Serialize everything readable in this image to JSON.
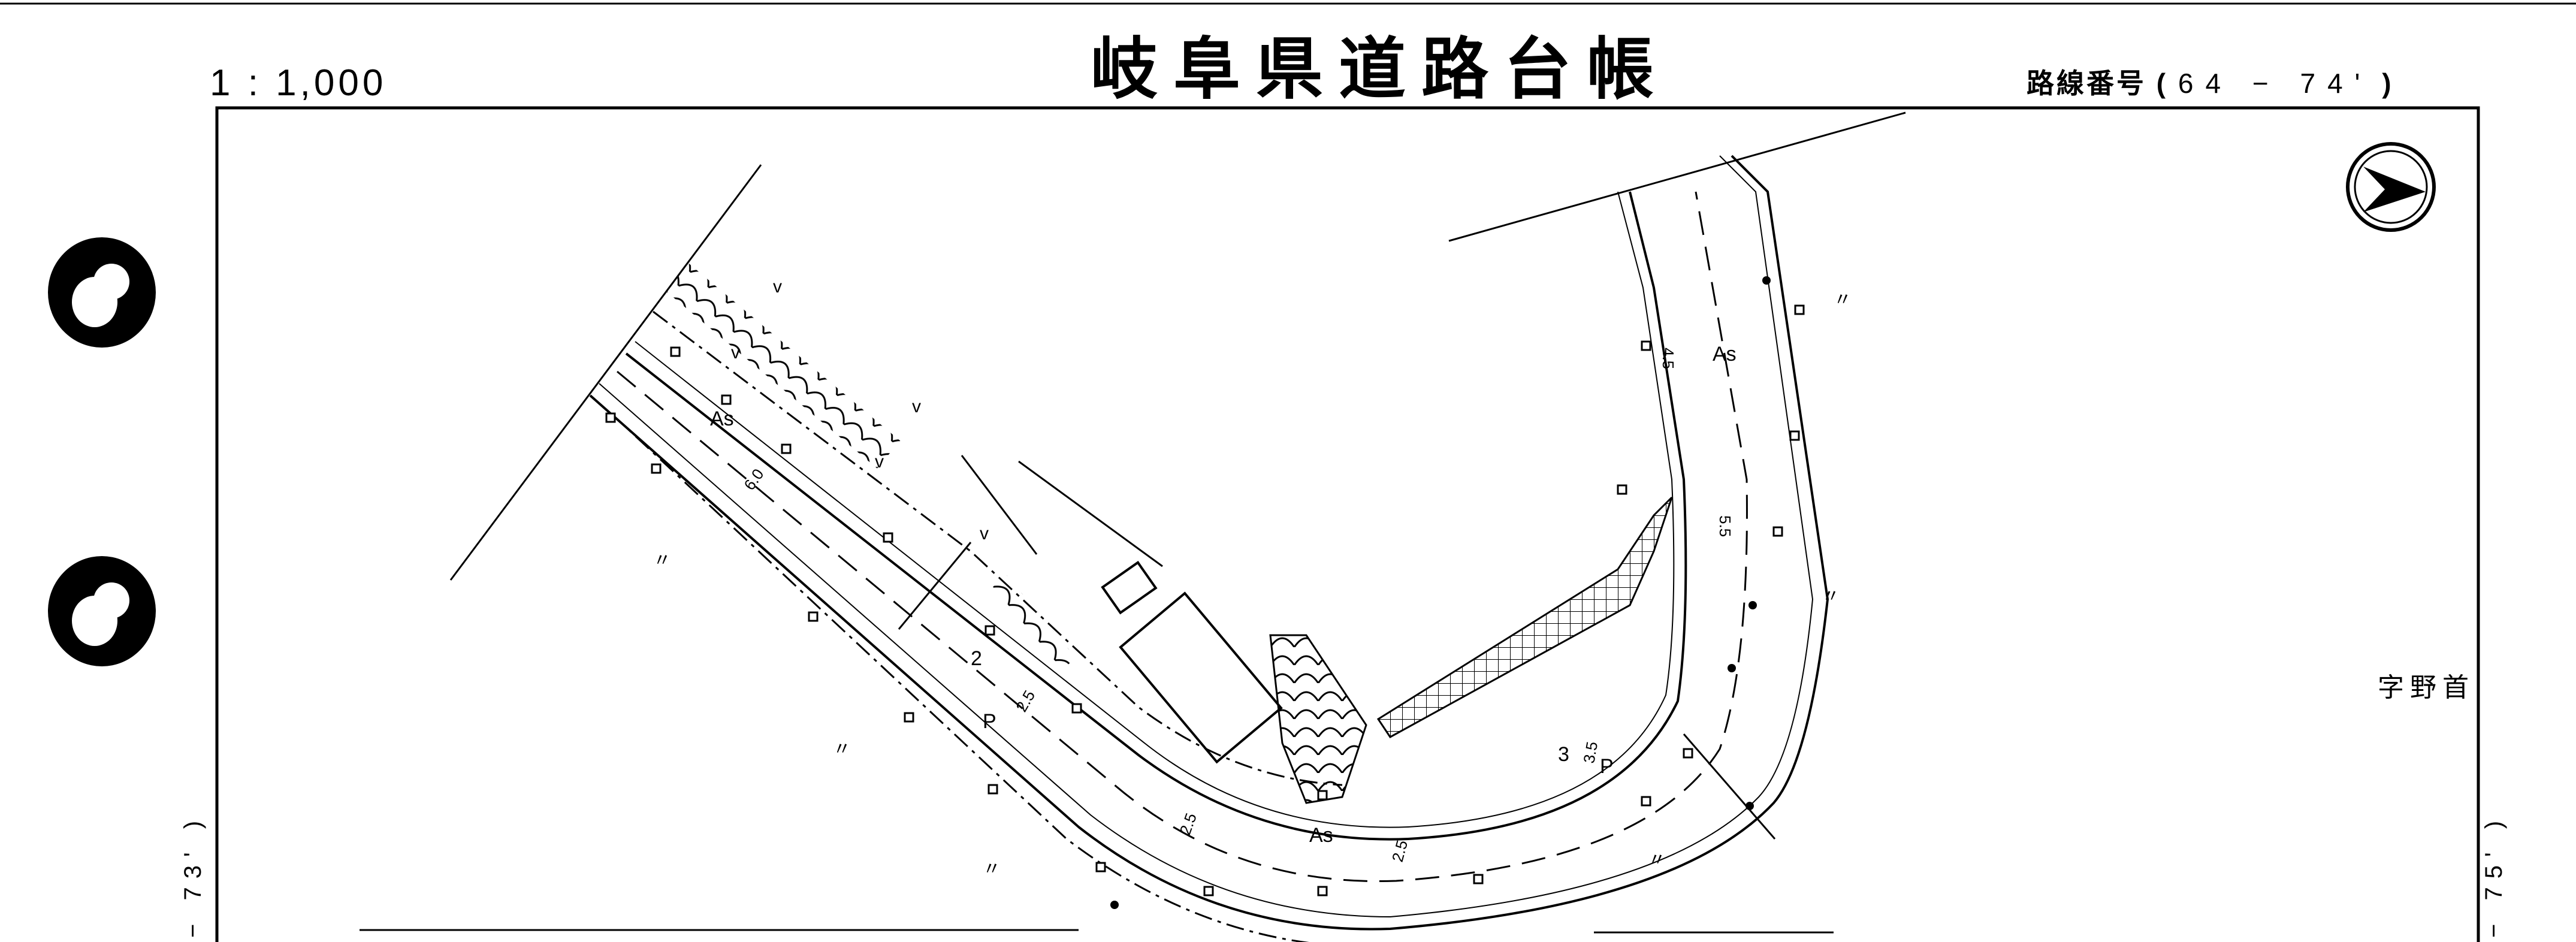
{
  "header": {
    "scale": "1 : 1,000",
    "title": "岐阜県道路台帳",
    "route_prefix": "路線番号",
    "route_open": "(",
    "route_value": "64 − 74'",
    "route_close": ")"
  },
  "side_labels": {
    "place_name": "字野首",
    "left_sheet_ref": "− 73' )",
    "right_sheet_ref": "− 75' )"
  },
  "map_labels": {
    "surface_material": "As",
    "sidewalk_mark": "P",
    "width_values": [
      "6.0",
      "2.5",
      "2.5",
      "2.5",
      "3.5",
      "5.5",
      "4.5"
    ],
    "section_numbers": [
      "2",
      "3"
    ],
    "field_mark": "〃",
    "dry_field_mark": "v"
  },
  "north_arrow": {
    "name": "north-arrow"
  },
  "colors": {
    "ink": "#000000",
    "paper": "#ffffff"
  }
}
